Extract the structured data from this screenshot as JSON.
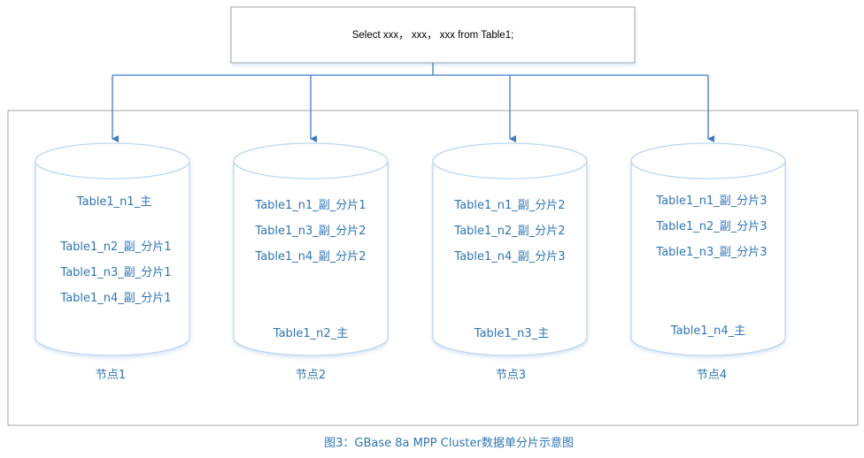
{
  "query": "Select xxx， xxx，  xxx from Table1;",
  "nodes": [
    {
      "label": "节点1",
      "shards": [
        "Table1_n1_主",
        "Table1_n2_副_分片1",
        "Table1_n3_副_分片1",
        "Table1_n4_副_分片1"
      ]
    },
    {
      "label": "节点2",
      "shards": [
        "Table1_n1_副_分片1",
        "Table1_n3_副_分片2",
        "Table1_n4_副_分片2",
        "Table1_n2_主"
      ]
    },
    {
      "label": "节点3",
      "shards": [
        "Table1_n1_副_分片2",
        "Table1_n2_副_分片2",
        "Table1_n4_副_分片3",
        "Table1_n3_主"
      ]
    },
    {
      "label": "节点4",
      "shards": [
        "Table1_n1_副_分片3",
        "Table1_n2_副_分片3",
        "Table1_n3_副_分片3",
        "Table1_n4_主"
      ]
    }
  ],
  "caption": "图3：GBase 8a MPP Cluster数据单分片示意图",
  "colors": {
    "arrow": "#3e7cc4",
    "shard_text": "#2e75b6",
    "box_border": "#a6a6a6",
    "cylinder_border": "#bdd7ee"
  }
}
